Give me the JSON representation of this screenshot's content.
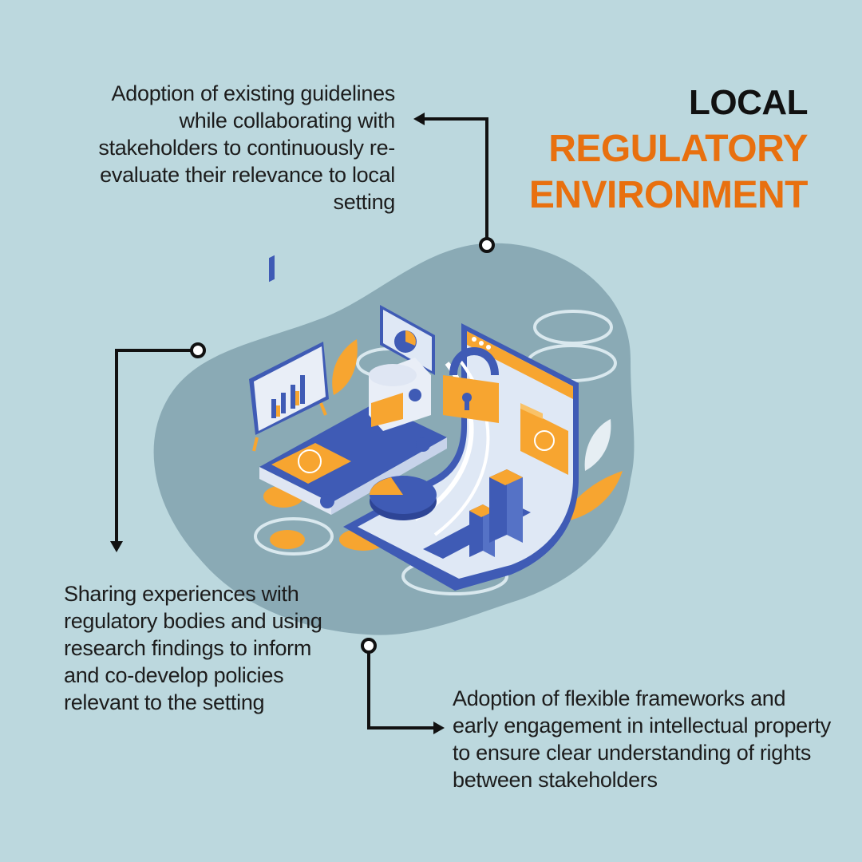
{
  "title": {
    "line1": "LOCAL",
    "line2": "REGULATORY",
    "line3": "ENVIRONMENT"
  },
  "notes": {
    "top": "Adoption of existing guidelines while collaborating with stakeholders to continuously re-evaluate their relevance to local setting",
    "left": "Sharing experiences with regulatory bodies and using research findings to inform and co-develop policies relevant to the setting",
    "bottom": "Adoption of flexible frameworks and early engagement in intellectual property to ensure clear understanding of rights between stakeholders"
  },
  "colors": {
    "background": "#bcd8de",
    "accent": "#e8700f",
    "blob": "#8aaab5",
    "blue": "#3f5bb5",
    "orange": "#f7a530"
  }
}
